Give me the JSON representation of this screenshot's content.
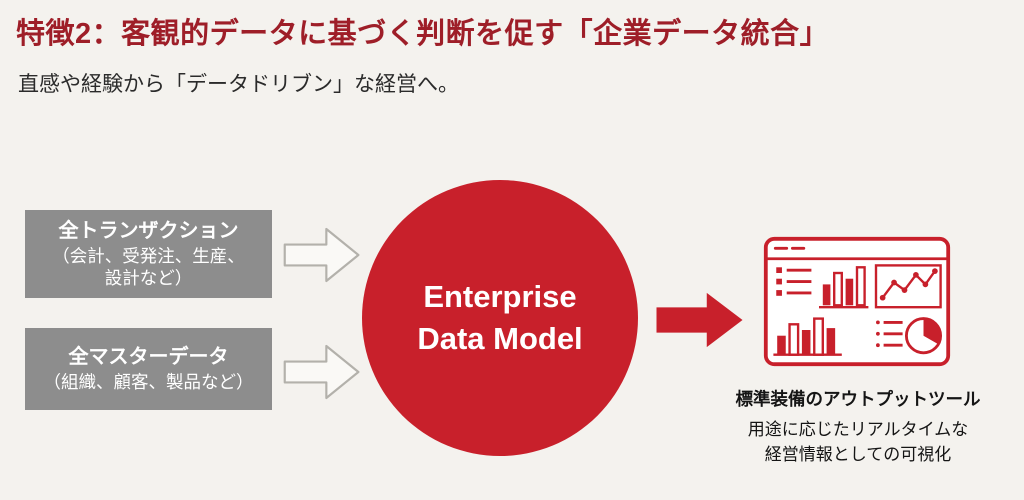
{
  "title": "特徴2：客観的データに基づく判断を促す「企業データ統合」",
  "subtitle": "直感や経験から「データドリブン」な経営へ。",
  "inputs": [
    {
      "heading": "全トランザクション",
      "detail": "（会計、受発注、生産、\n設計など）"
    },
    {
      "heading": "全マスターデータ",
      "detail": "（組織、顧客、製品など）"
    }
  ],
  "center": {
    "label": "Enterprise\nData Model"
  },
  "output": {
    "icon": "dashboard-charts-icon",
    "caption_bold": "標準装備のアウトプットツール",
    "caption_text": "用途に応じたリアルタイムな\n経営情報としての可視化"
  },
  "colors": {
    "title_red": "#9e1e28",
    "accent_red": "#c8202b",
    "box_gray": "#8d8d8d",
    "arrow_gray_stroke": "#b3b1ab",
    "background": "#f4f2ee"
  }
}
